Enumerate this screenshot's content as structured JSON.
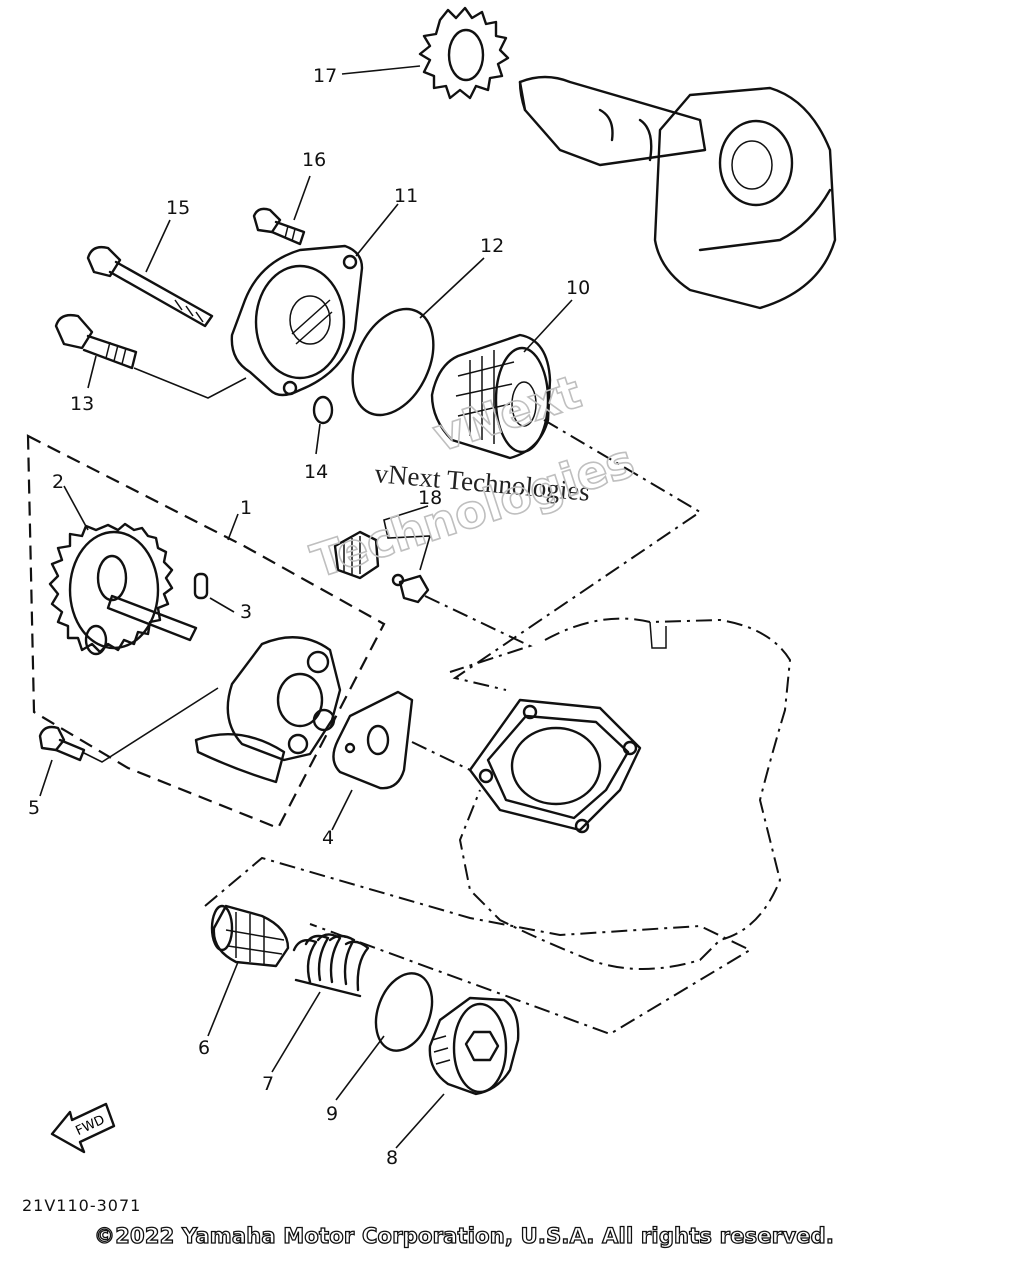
{
  "parts": {
    "p1": "1",
    "p2": "2",
    "p3": "3",
    "p4": "4",
    "p5": "5",
    "p6": "6",
    "p7": "7",
    "p8": "8",
    "p9": "9",
    "p10": "10",
    "p11": "11",
    "p12": "12",
    "p13": "13",
    "p14": "14",
    "p15": "15",
    "p16": "16",
    "p17": "17",
    "p18": "18"
  },
  "fwd_arrow_label": "FWD",
  "watermark": {
    "line1": "vNext Technologies",
    "line2a": "vNext",
    "line2b": "Technologies"
  },
  "catalog_code": "21V110-3071",
  "copyright": "©2022 Yamaha Motor Corporation, U.S.A. All rights reserved."
}
